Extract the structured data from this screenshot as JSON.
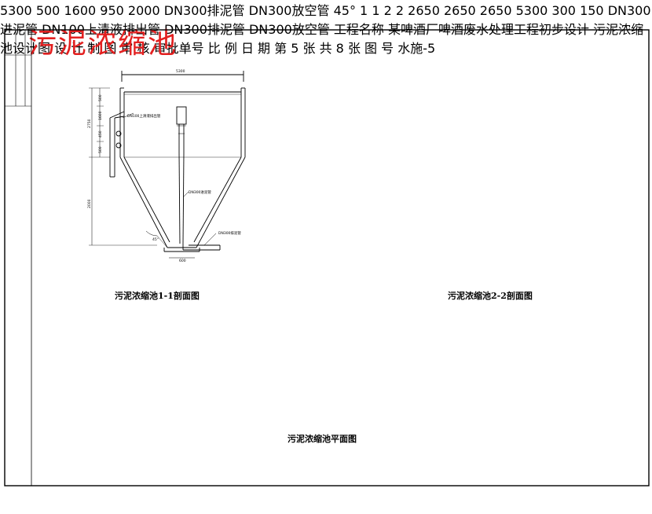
{
  "title": "污泥浓缩池",
  "views": {
    "section_1_1": {
      "caption": "污泥浓缩池1-1剖面图",
      "top_width": "5300",
      "heights_small": [
        "500",
        "1600",
        "450",
        "500"
      ],
      "height_upper_total": "2750",
      "height_lower": "2000",
      "pipe_labels": {
        "upper_outlet": "DN100上清液排出管",
        "center_pipe": "DN300进泥管",
        "sludge_out": "DN300排泥管"
      },
      "angle": "45°",
      "base_dim": "600"
    },
    "section_2_2": {
      "caption": "污泥浓缩池2-2剖面图",
      "top_width": "5300",
      "heights_small": [
        "500",
        "1600",
        "950"
      ],
      "height_lower": "2000",
      "pipe_labels": {
        "sludge_out": "DN300排泥管",
        "drain": "DN300放空管"
      },
      "angle": "45°"
    },
    "plan": {
      "caption": "污泥浓缩池平面图",
      "section_markers": [
        "1",
        "1",
        "2",
        "2"
      ],
      "dim_top": "2650",
      "dim_left": "2650",
      "dim_right": "2650",
      "dim_bottom": "5300",
      "dim_center": "300",
      "dim_small": "150",
      "pipe_labels": {
        "inlet": "DN300进泥管",
        "upper_outlet": "DN100上清液排出管",
        "sludge_out": "DN300排泥管",
        "drain": "DN300放空管"
      }
    }
  },
  "title_block": {
    "project": "某啤酒厂啤酒废水处理工程初步设计",
    "drawing_name": "污泥浓缩池设计图",
    "unit": "工程名称",
    "rows_left": [
      "设 计",
      "制 图",
      "审 核",
      "审批单号"
    ],
    "sheet": "第 5 张  共 8 张",
    "drawing_no_label": "图 号",
    "drawing_no": "水施-5",
    "scale_label": "比 例",
    "date_label": "日 期"
  },
  "colors": {
    "line": "#000000",
    "title": "#e32020"
  }
}
